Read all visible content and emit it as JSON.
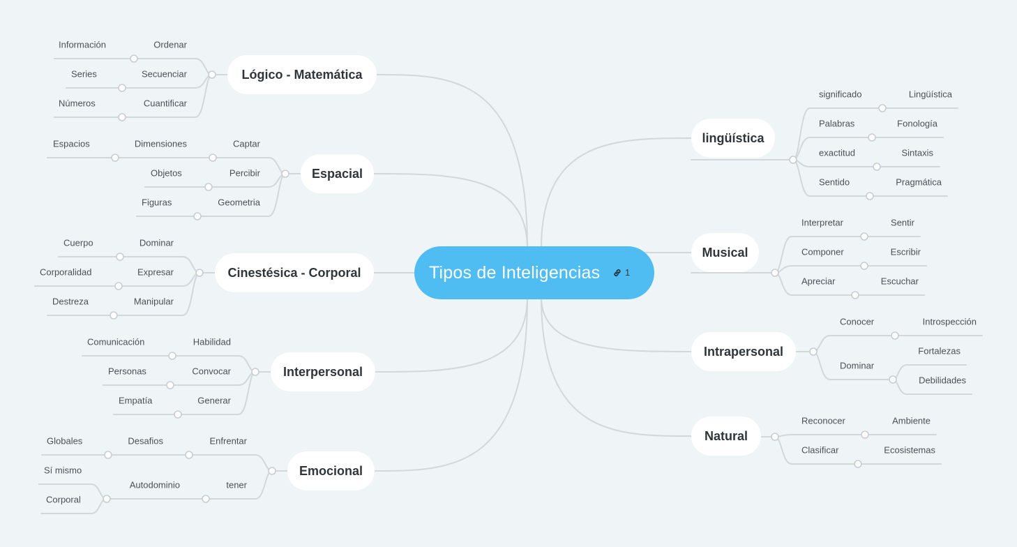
{
  "central": {
    "title": "Tipos de Inteligencias",
    "link_count": "1",
    "icon": "link-icon"
  },
  "colors": {
    "background": "#eff4f7",
    "central": "#4fbdf1",
    "connector": "#d2d7da",
    "node": "#ffffff"
  },
  "branches": [
    {
      "key": "logico",
      "label": "Lógico - Matemática",
      "side": "left",
      "items": [
        {
          "label": "Ordenar",
          "children": [
            "Información"
          ]
        },
        {
          "label": "Secuenciar",
          "children": [
            "Series"
          ]
        },
        {
          "label": "Cuantificar",
          "children": [
            "Números"
          ]
        }
      ]
    },
    {
      "key": "espacial",
      "label": "Espacial",
      "side": "left",
      "items": [
        {
          "label": "Captar",
          "children": [
            {
              "label": "Dimensiones",
              "children": [
                "Espacios"
              ]
            }
          ]
        },
        {
          "label": "Percibir",
          "children": [
            "Objetos"
          ]
        },
        {
          "label": "Geometria",
          "children": [
            "Figuras"
          ]
        }
      ]
    },
    {
      "key": "cinestesica",
      "label": "Cinestésica - Corporal",
      "side": "left",
      "items": [
        {
          "label": "Dominar",
          "children": [
            "Cuerpo"
          ]
        },
        {
          "label": "Expresar",
          "children": [
            "Corporalidad"
          ]
        },
        {
          "label": "Manipular",
          "children": [
            "Destreza"
          ]
        }
      ]
    },
    {
      "key": "interpersonal",
      "label": "Interpersonal",
      "side": "left",
      "items": [
        {
          "label": "Habilidad",
          "children": [
            "Comunicación"
          ]
        },
        {
          "label": "Convocar",
          "children": [
            "Personas"
          ]
        },
        {
          "label": "Generar",
          "children": [
            "Empatía"
          ]
        }
      ]
    },
    {
      "key": "emocional",
      "label": "Emocional",
      "side": "left",
      "items": [
        {
          "label": "Enfrentar",
          "children": [
            {
              "label": "Desafios",
              "children": [
                "Globales"
              ]
            }
          ]
        },
        {
          "label": "tener",
          "children": [
            {
              "label": "Autodominio",
              "children": [
                "Sí mismo",
                "Corporal"
              ]
            }
          ]
        }
      ]
    },
    {
      "key": "linguistica",
      "label": "lingüística",
      "side": "right",
      "items": [
        {
          "label": "significado",
          "children": [
            "Lingüística"
          ]
        },
        {
          "label": "Palabras",
          "children": [
            "Fonología"
          ]
        },
        {
          "label": "exactitud",
          "children": [
            "Sintaxis"
          ]
        },
        {
          "label": "Sentido",
          "children": [
            "Pragmática"
          ]
        }
      ]
    },
    {
      "key": "musical",
      "label": "Musical",
      "side": "right",
      "items": [
        {
          "label": "Interpretar",
          "children": [
            "Sentir"
          ]
        },
        {
          "label": "Componer",
          "children": [
            "Escribir"
          ]
        },
        {
          "label": "Apreciar",
          "children": [
            "Escuchar"
          ]
        }
      ]
    },
    {
      "key": "intrapersonal",
      "label": "Intrapersonal",
      "side": "right",
      "items": [
        {
          "label": "Conocer",
          "children": [
            "Introspección"
          ]
        },
        {
          "label": "Dominar",
          "children": [
            "Fortalezas",
            "Debilidades"
          ]
        }
      ]
    },
    {
      "key": "natural",
      "label": "Natural",
      "side": "right",
      "items": [
        {
          "label": "Reconocer",
          "children": [
            "Ambiente"
          ]
        },
        {
          "label": "Clasificar",
          "children": [
            "Ecosistemas"
          ]
        }
      ]
    }
  ]
}
